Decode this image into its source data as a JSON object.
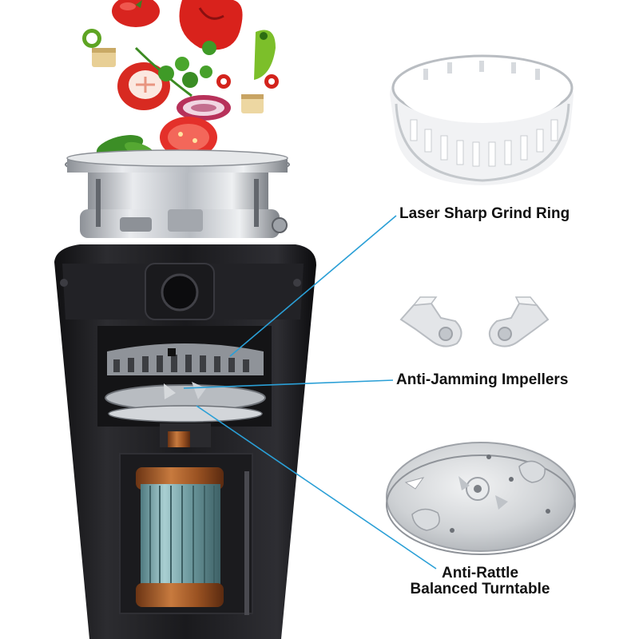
{
  "labels": {
    "grind_ring": "Laser Sharp Grind Ring",
    "impellers": "Anti-Jamming Impellers",
    "turntable_line1": "Anti-Rattle",
    "turntable_line2": "Balanced Turntable"
  },
  "colors": {
    "leader_line": "#2a9fd6",
    "body": "#1e1e21",
    "steel": "#c9ccd0",
    "copper": "#b0602a",
    "stator": "#6f9ba0"
  },
  "icons": [
    "vegetables-illustration",
    "disposer-cutaway",
    "grind-ring-part",
    "impeller-part",
    "turntable-part"
  ]
}
